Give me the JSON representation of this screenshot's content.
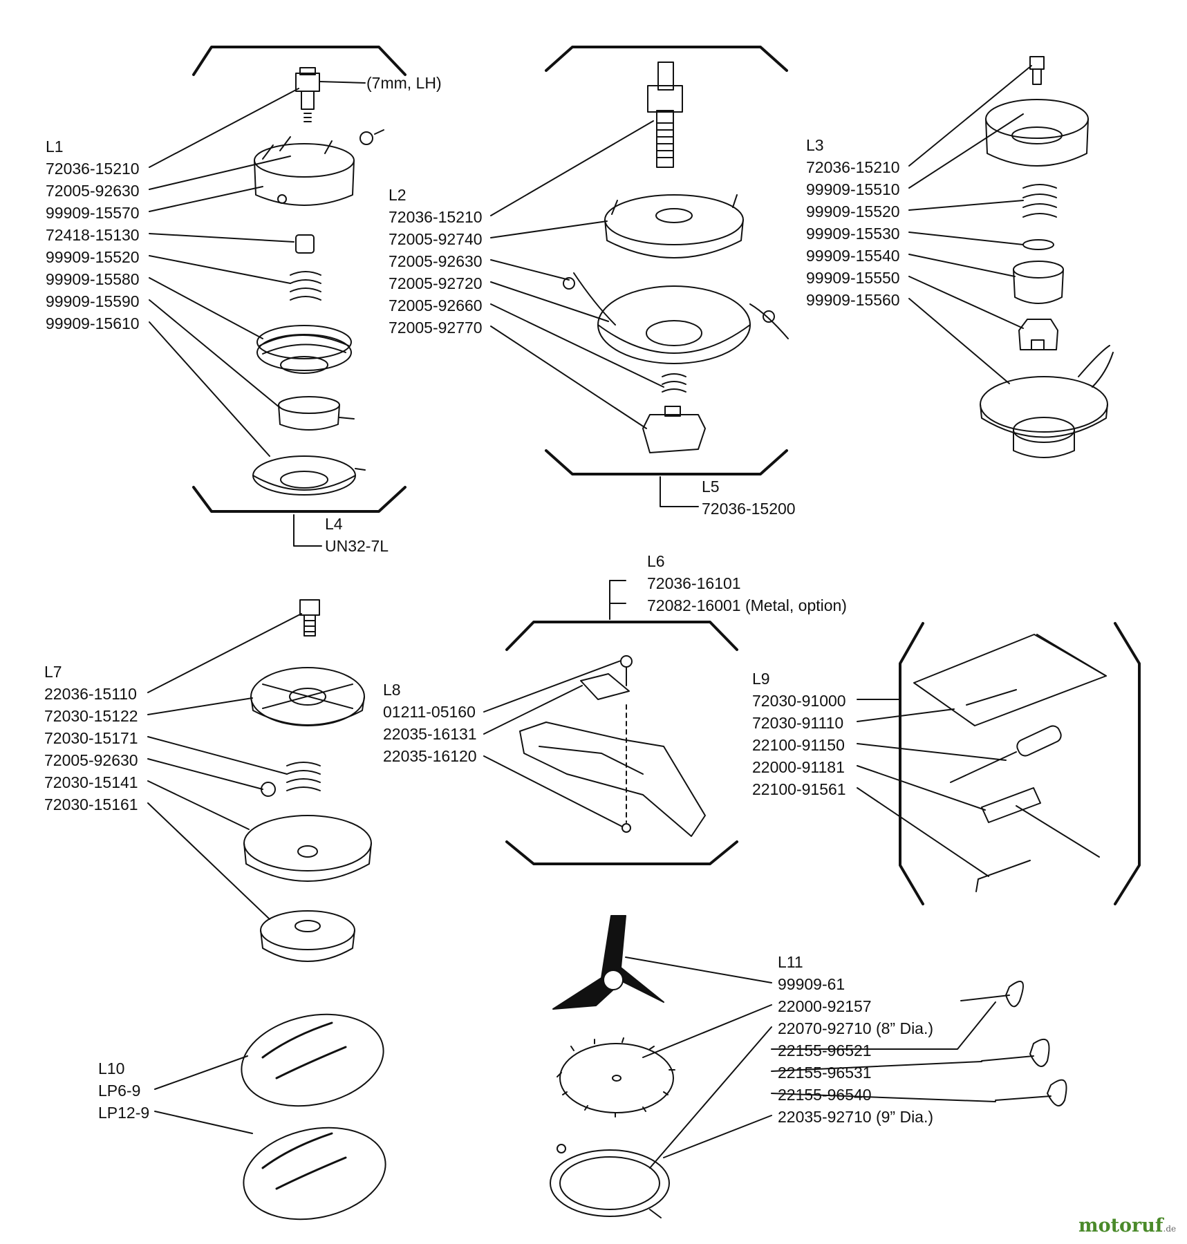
{
  "groups": {
    "L1": {
      "title": "L1",
      "parts": [
        "72036-15210",
        "72005-92630",
        "99909-15570",
        "72418-15130",
        "99909-15520",
        "99909-15580",
        "99909-15590",
        "99909-15610"
      ]
    },
    "L1_note": "(7mm, LH)",
    "L2": {
      "title": "L2",
      "parts": [
        "72036-15210",
        "72005-92740",
        "72005-92630",
        "72005-92720",
        "72005-92660",
        "72005-92770"
      ]
    },
    "L3": {
      "title": "L3",
      "parts": [
        "72036-15210",
        "99909-15510",
        "99909-15520",
        "99909-15530",
        "99909-15540",
        "99909-15550",
        "99909-15560"
      ]
    },
    "L4": {
      "title": "L4",
      "parts": [
        "UN32-7L"
      ]
    },
    "L5": {
      "title": "L5",
      "parts": [
        "72036-15200"
      ]
    },
    "L6": {
      "title": "L6",
      "parts": [
        "72036-16101",
        "72082-16001 (Metal, option)"
      ]
    },
    "L7": {
      "title": "L7",
      "parts": [
        "22036-15110",
        "72030-15122",
        "72030-15171",
        "72005-92630",
        "72030-15141",
        "72030-15161"
      ]
    },
    "L8": {
      "title": "L8",
      "parts": [
        "01211-05160",
        "22035-16131",
        "22035-16120"
      ]
    },
    "L9": {
      "title": "L9",
      "parts": [
        "72030-91000",
        "72030-91110",
        "22100-91150",
        "22000-91181",
        "22100-91561"
      ]
    },
    "L10": {
      "title": "L10",
      "parts": [
        "LP6-9",
        "LP12-9"
      ]
    },
    "L11": {
      "title": "L11",
      "parts": [
        "99909-61",
        "22000-92157",
        "22070-92710 (8” Dia.)",
        "22155-96521",
        "22155-96531",
        "22155-96540",
        "22035-92710 (9” Dia.)"
      ]
    }
  },
  "watermark": {
    "brand": "motoruf",
    "suffix": ".de"
  },
  "line_color": "#111111"
}
